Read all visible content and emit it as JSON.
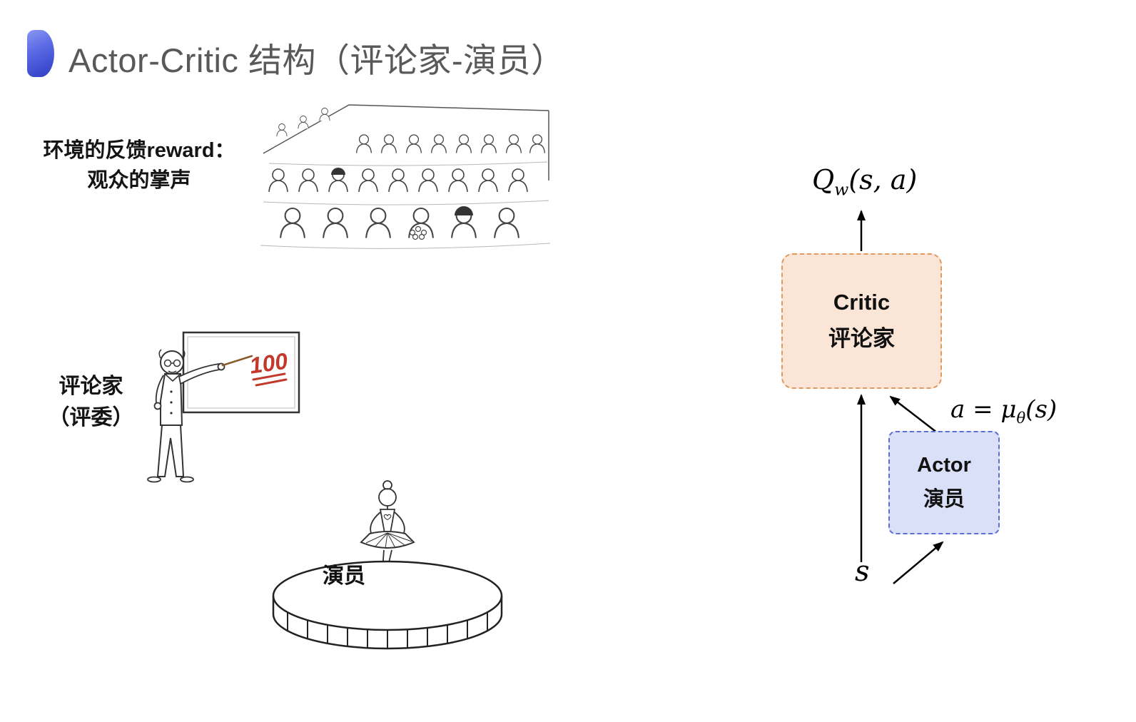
{
  "slide": {
    "title": "Actor-Critic 结构（评论家-演员）",
    "accent_color_start": "#8a97f2",
    "accent_color_end": "#2e3cc4"
  },
  "captions": {
    "reward_line1": "环境的反馈reward：",
    "reward_line2": "观众的掌声",
    "critic_line1": "评论家",
    "critic_line2": "（评委）"
  },
  "illustrations": {
    "score_label": "100",
    "score_color": "#c0392b",
    "stage_label": "演员"
  },
  "diagram": {
    "q_output": {
      "base": "Q",
      "sub": "w",
      "args": "(s, a)"
    },
    "critic_box": {
      "en": "Critic",
      "zh": "评论家",
      "fill": "#fbe5d6",
      "border": "#e09a5f"
    },
    "actor_box": {
      "en": "Actor",
      "zh": "演员",
      "fill": "#d9e0f8",
      "border": "#5d6fd6"
    },
    "action_label": {
      "pre": "a = μ",
      "sub": "θ",
      "post": "(s)"
    },
    "state_label": "s",
    "arrow_color": "#000000"
  }
}
